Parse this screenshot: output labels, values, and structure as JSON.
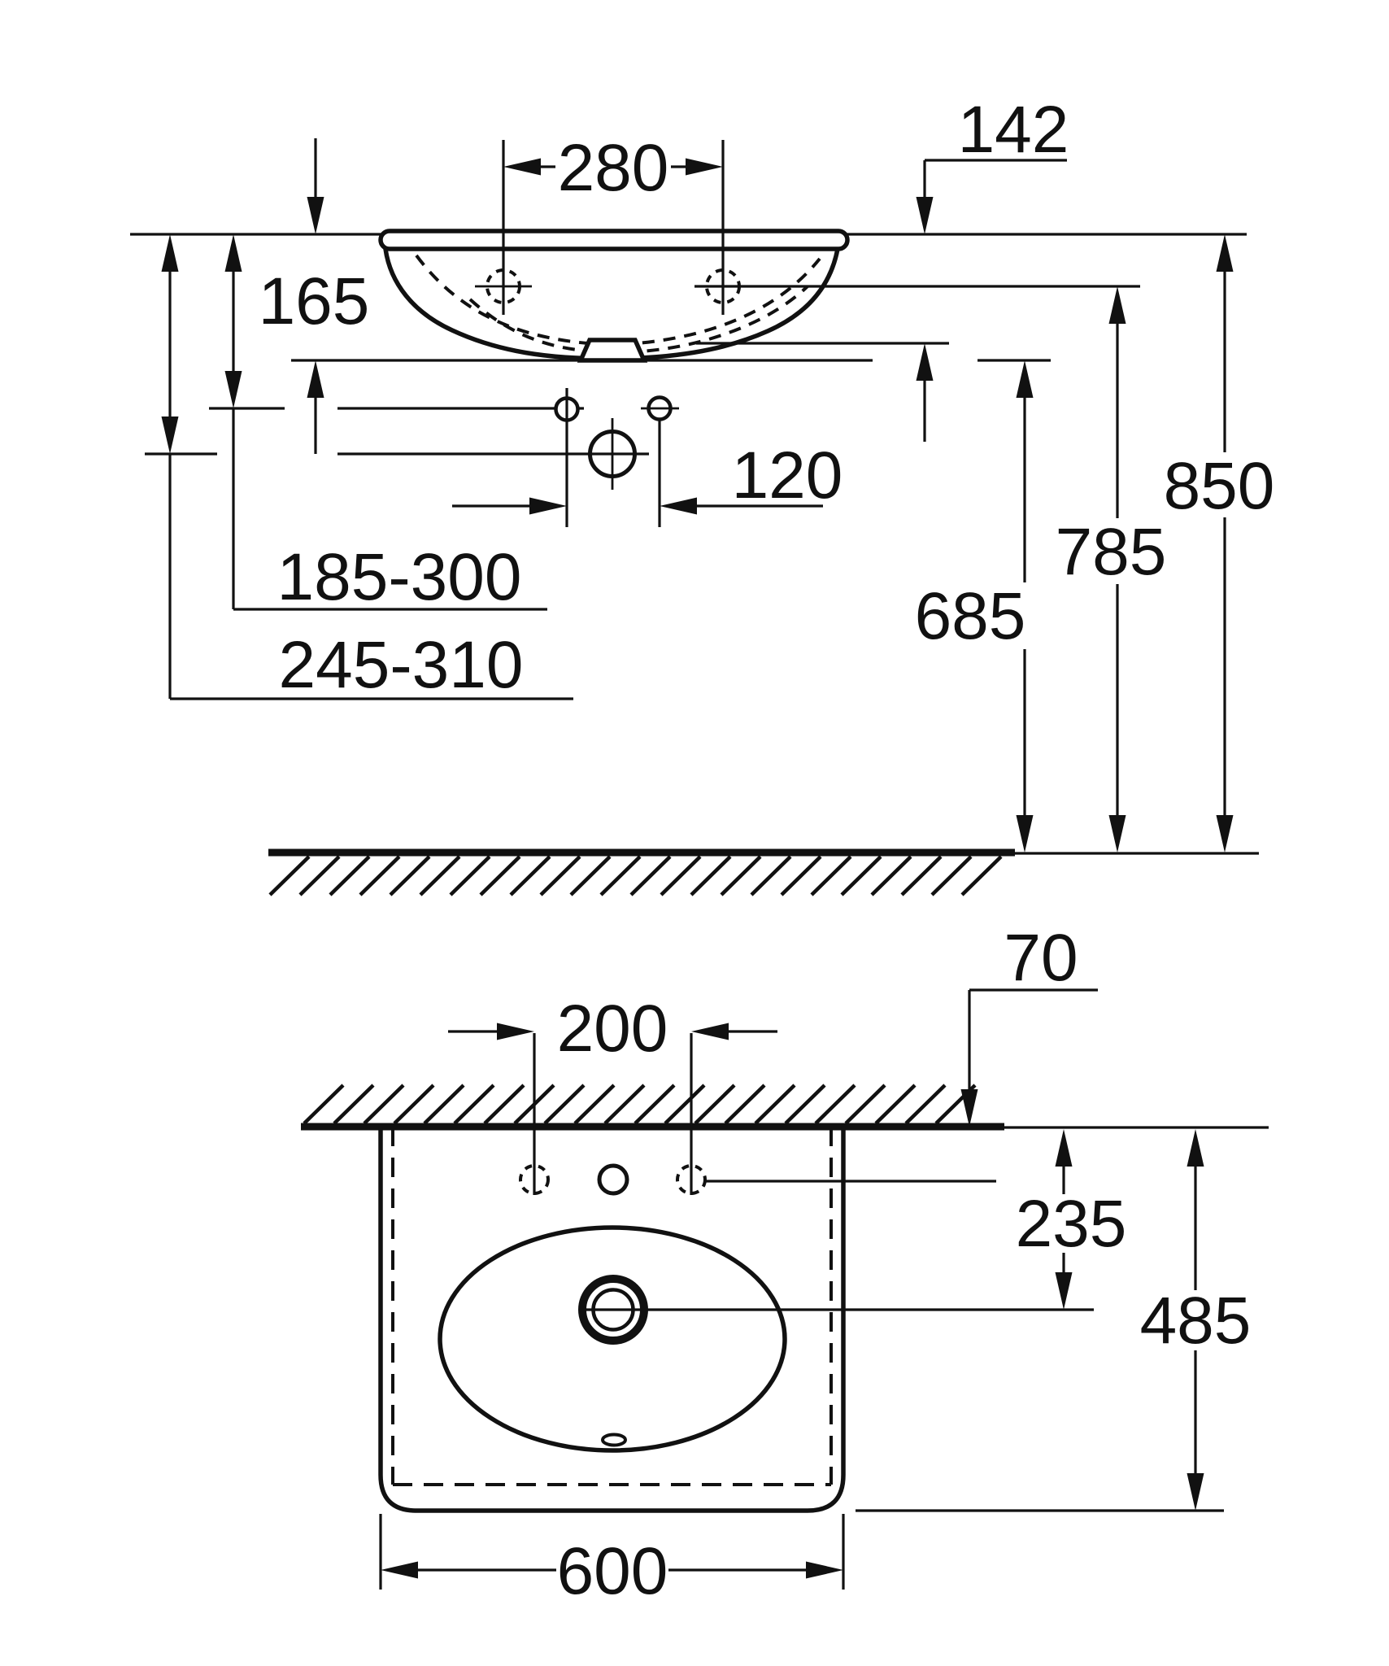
{
  "drawing": {
    "background": "#ffffff",
    "ink_color": "#111111",
    "front_view": {
      "dim_tap_hole_spacing": "280",
      "dim_rim_to_back_edge": "142",
      "dim_rim_to_bottom_edge": "165",
      "dim_fixing_hole_spacing": "120",
      "dim_trap_range_upper": "185-300",
      "dim_trap_range_lower": "245-310",
      "dim_bottom_height": "685",
      "dim_tap_hole_height": "785",
      "dim_rim_height": "850"
    },
    "plan_view": {
      "dim_wall_thickness": "70",
      "dim_side_hole_spacing": "200",
      "dim_wall_to_drain": "235",
      "dim_basin_depth": "485",
      "dim_basin_width": "600"
    }
  }
}
